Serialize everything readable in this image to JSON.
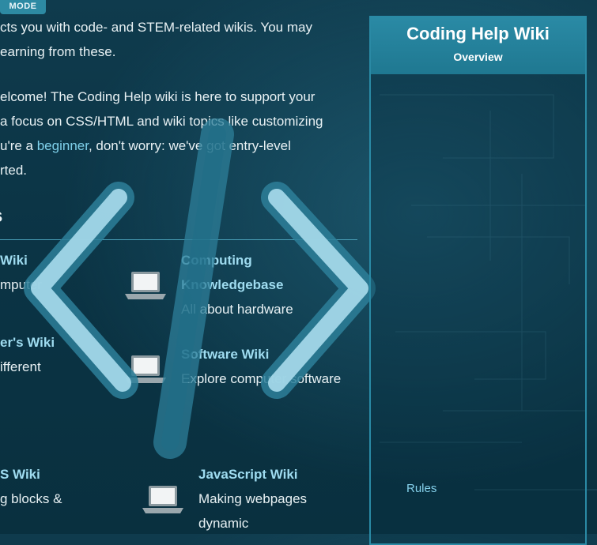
{
  "mode_tab": "MODE",
  "intro": {
    "line1": "cts you with code- and STEM-related wikis. You may",
    "line2": "earning from these.",
    "line3": "elcome! The Coding Help wiki is here to support your",
    "line4": "a focus on CSS/HTML and wiki topics like customizing",
    "line5_pre": "u're a ",
    "line5_link": "beginner",
    "line5_post": ", don't worry: we've got entry-level",
    "line6": "rted."
  },
  "section_heading": "s",
  "wikis": [
    {
      "title": "Wiki",
      "desc": "mputer"
    },
    {
      "title": "Computing",
      "title2": "Knowledgebase",
      "desc": "All about hardware"
    },
    {
      "title": "er's Wiki",
      "desc": "ifferent"
    },
    {
      "title": "Software Wiki",
      "desc": "Explore computer software"
    },
    {
      "title": "S Wiki",
      "desc": "g blocks &"
    },
    {
      "title": "JavaScript Wiki",
      "desc": "Making webpages",
      "desc2": "dynamic"
    }
  ],
  "sidebar": {
    "title": "Coding Help Wiki",
    "subtitle": "Overview",
    "rules": "Rules"
  },
  "colors": {
    "accent": "#2a8aa5",
    "link": "#7fd0ea",
    "wiki_title": "#9fdcf0"
  },
  "icons": [
    "laptop-icon",
    "code-brackets-logo"
  ]
}
